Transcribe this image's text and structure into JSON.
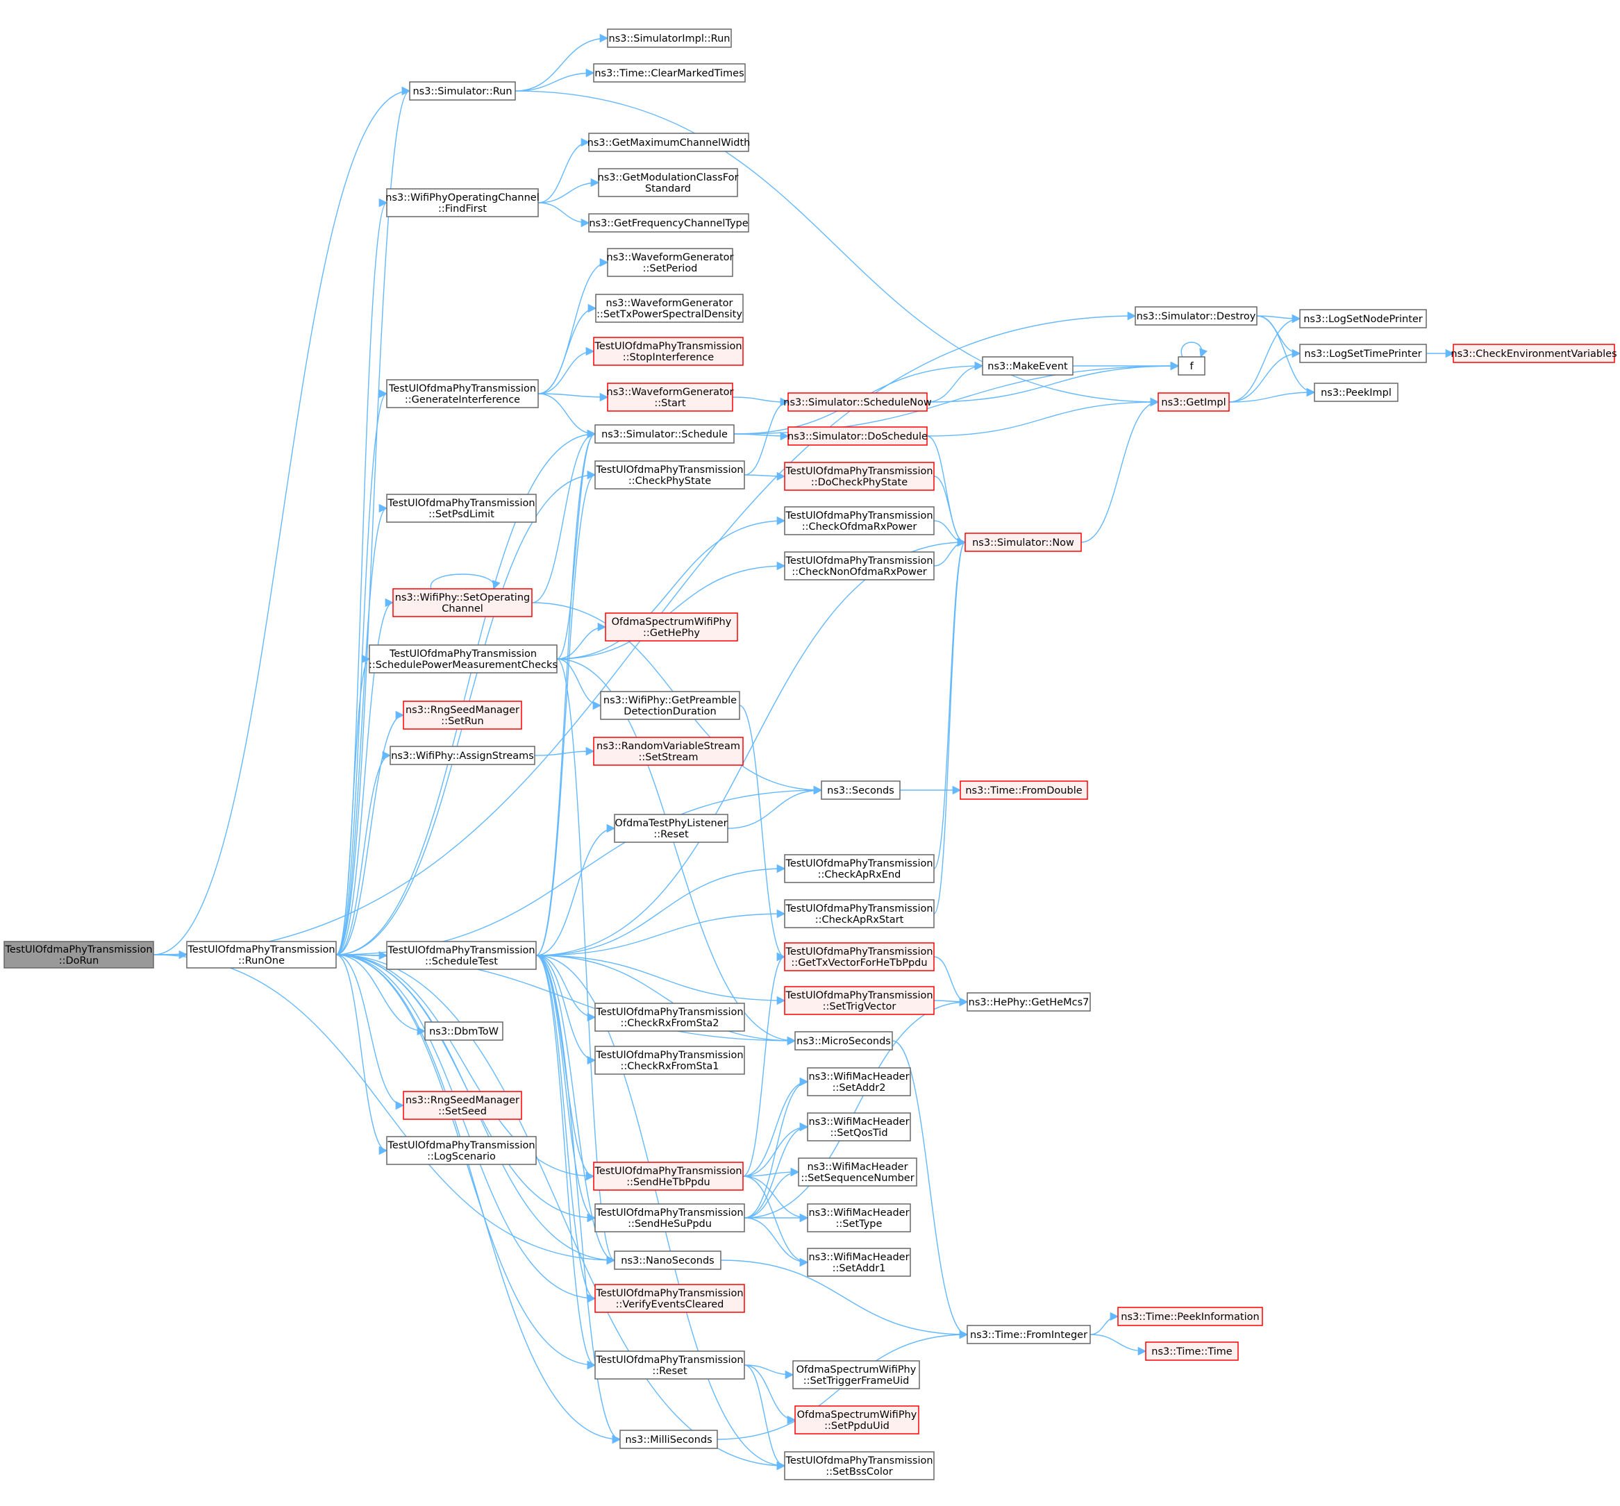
{
  "colors": {
    "edge": "#63b8ff",
    "node_border": "#666666",
    "node_fill": "#ffffff",
    "highlight_fill": "#999999",
    "highlight_border": "#666666",
    "red_border": "#ff0000",
    "red_fill": "#fff0f0",
    "text": "#000000"
  },
  "nodes": [
    {
      "id": "dorun",
      "lines": [
        "TestUlOfdmaPhyTransmission",
        "::DoRun"
      ],
      "style": "highlight"
    },
    {
      "id": "runone",
      "lines": [
        "TestUlOfdmaPhyTransmission",
        "::RunOne"
      ],
      "style": "normal"
    },
    {
      "id": "simrun",
      "lines": [
        "ns3::Simulator::Run"
      ],
      "style": "normal"
    },
    {
      "id": "simimplrun",
      "lines": [
        "ns3::SimulatorImpl::Run"
      ],
      "style": "normal"
    },
    {
      "id": "clearmarked",
      "lines": [
        "ns3::Time::ClearMarkedTimes"
      ],
      "style": "normal"
    },
    {
      "id": "getmaxch",
      "lines": [
        "ns3::GetMaximumChannelWidth"
      ],
      "style": "normal"
    },
    {
      "id": "findfirst",
      "lines": [
        "ns3::WifiPhyOperatingChannel",
        "::FindFirst"
      ],
      "style": "normal"
    },
    {
      "id": "getmodclass",
      "lines": [
        "ns3::GetModulationClassFor",
        "Standard"
      ],
      "style": "normal"
    },
    {
      "id": "getfreqch",
      "lines": [
        "ns3::GetFrequencyChannelType"
      ],
      "style": "normal"
    },
    {
      "id": "setperiod",
      "lines": [
        "ns3::WaveformGenerator",
        "::SetPeriod"
      ],
      "style": "normal"
    },
    {
      "id": "settxpsd",
      "lines": [
        "ns3::WaveformGenerator",
        "::SetTxPowerSpectralDensity"
      ],
      "style": "normal"
    },
    {
      "id": "stopinterf",
      "lines": [
        "TestUlOfdmaPhyTransmission",
        "::StopInterference"
      ],
      "style": "red"
    },
    {
      "id": "geninterf",
      "lines": [
        "TestUlOfdmaPhyTransmission",
        "::GenerateInterference"
      ],
      "style": "normal"
    },
    {
      "id": "wgstart",
      "lines": [
        "ns3::WaveformGenerator",
        "::Start"
      ],
      "style": "red"
    },
    {
      "id": "schedule",
      "lines": [
        "ns3::Simulator::Schedule"
      ],
      "style": "normal"
    },
    {
      "id": "checkphystate",
      "lines": [
        "TestUlOfdmaPhyTransmission",
        "::CheckPhyState"
      ],
      "style": "normal"
    },
    {
      "id": "setpsdlimit",
      "lines": [
        "TestUlOfdmaPhyTransmission",
        "::SetPsdLimit"
      ],
      "style": "normal"
    },
    {
      "id": "setopch",
      "lines": [
        "ns3::WifiPhy::SetOperating",
        "Channel"
      ],
      "style": "red"
    },
    {
      "id": "schedpower",
      "lines": [
        "TestUlOfdmaPhyTransmission",
        "::SchedulePowerMeasurementChecks"
      ],
      "style": "normal"
    },
    {
      "id": "gethephy",
      "lines": [
        "OfdmaSpectrumWifiPhy",
        "::GetHePhy"
      ],
      "style": "red"
    },
    {
      "id": "getpreamble",
      "lines": [
        "ns3::WifiPhy::GetPreamble",
        "DetectionDuration"
      ],
      "style": "normal"
    },
    {
      "id": "rngsetrun",
      "lines": [
        "ns3::RngSeedManager",
        "::SetRun"
      ],
      "style": "red"
    },
    {
      "id": "assignstreams",
      "lines": [
        "ns3::WifiPhy::AssignStreams"
      ],
      "style": "normal"
    },
    {
      "id": "rvsetstream",
      "lines": [
        "ns3::RandomVariableStream",
        "::SetStream"
      ],
      "style": "red"
    },
    {
      "id": "seconds",
      "lines": [
        "ns3::Seconds"
      ],
      "style": "normal"
    },
    {
      "id": "fromdouble",
      "lines": [
        "ns3::Time::FromDouble"
      ],
      "style": "red"
    },
    {
      "id": "listenerreset",
      "lines": [
        "OfdmaTestPhyListener",
        "::Reset"
      ],
      "style": "normal"
    },
    {
      "id": "checkaprxend",
      "lines": [
        "TestUlOfdmaPhyTransmission",
        "::CheckApRxEnd"
      ],
      "style": "normal"
    },
    {
      "id": "checkaprxstart",
      "lines": [
        "TestUlOfdmaPhyTransmission",
        "::CheckApRxStart"
      ],
      "style": "normal"
    },
    {
      "id": "scheduletest",
      "lines": [
        "TestUlOfdmaPhyTransmission",
        "::ScheduleTest"
      ],
      "style": "normal"
    },
    {
      "id": "gettxvector",
      "lines": [
        "TestUlOfdmaPhyTransmission",
        "::GetTxVectorForHeTbPpdu"
      ],
      "style": "red"
    },
    {
      "id": "settrigvector",
      "lines": [
        "TestUlOfdmaPhyTransmission",
        "::SetTrigVector"
      ],
      "style": "red"
    },
    {
      "id": "gethemcs7",
      "lines": [
        "ns3::HePhy::GetHeMcs7"
      ],
      "style": "normal"
    },
    {
      "id": "checkrx2",
      "lines": [
        "TestUlOfdmaPhyTransmission",
        "::CheckRxFromSta2"
      ],
      "style": "normal"
    },
    {
      "id": "checkrx1",
      "lines": [
        "TestUlOfdmaPhyTransmission",
        "::CheckRxFromSta1"
      ],
      "style": "normal"
    },
    {
      "id": "dbmtow",
      "lines": [
        "ns3::DbmToW"
      ],
      "style": "normal"
    },
    {
      "id": "microseconds",
      "lines": [
        "ns3::MicroSeconds"
      ],
      "style": "normal"
    },
    {
      "id": "rngsetseed",
      "lines": [
        "ns3::RngSeedManager",
        "::SetSeed"
      ],
      "style": "red"
    },
    {
      "id": "logscenario",
      "lines": [
        "TestUlOfdmaPhyTransmission",
        "::LogScenario"
      ],
      "style": "normal"
    },
    {
      "id": "setaddr2",
      "lines": [
        "ns3::WifiMacHeader",
        "::SetAddr2"
      ],
      "style": "normal"
    },
    {
      "id": "setqostid",
      "lines": [
        "ns3::WifiMacHeader",
        "::SetQosTid"
      ],
      "style": "normal"
    },
    {
      "id": "sendhetb",
      "lines": [
        "TestUlOfdmaPhyTransmission",
        "::SendHeTbPpdu"
      ],
      "style": "red"
    },
    {
      "id": "setseqnum",
      "lines": [
        "ns3::WifiMacHeader",
        "::SetSequenceNumber"
      ],
      "style": "normal"
    },
    {
      "id": "sendhesu",
      "lines": [
        "TestUlOfdmaPhyTransmission",
        "::SendHeSuPpdu"
      ],
      "style": "normal"
    },
    {
      "id": "settype",
      "lines": [
        "ns3::WifiMacHeader",
        "::SetType"
      ],
      "style": "normal"
    },
    {
      "id": "setaddr1",
      "lines": [
        "ns3::WifiMacHeader",
        "::SetAddr1"
      ],
      "style": "normal"
    },
    {
      "id": "nanoseconds",
      "lines": [
        "ns3::NanoSeconds"
      ],
      "style": "normal"
    },
    {
      "id": "verifyevents",
      "lines": [
        "TestUlOfdmaPhyTransmission",
        "::VerifyEventsCleared"
      ],
      "style": "red"
    },
    {
      "id": "fromint",
      "lines": [
        "ns3::Time::FromInteger"
      ],
      "style": "normal"
    },
    {
      "id": "peekinfo",
      "lines": [
        "ns3::Time::PeekInformation"
      ],
      "style": "red"
    },
    {
      "id": "timetime",
      "lines": [
        "ns3::Time::Time"
      ],
      "style": "red"
    },
    {
      "id": "reset",
      "lines": [
        "TestUlOfdmaPhyTransmission",
        "::Reset"
      ],
      "style": "normal"
    },
    {
      "id": "settrigframe",
      "lines": [
        "OfdmaSpectrumWifiPhy",
        "::SetTriggerFrameUid"
      ],
      "style": "normal"
    },
    {
      "id": "setppduuid",
      "lines": [
        "OfdmaSpectrumWifiPhy",
        "::SetPpduUid"
      ],
      "style": "red"
    },
    {
      "id": "milliseconds",
      "lines": [
        "ns3::MilliSeconds"
      ],
      "style": "normal"
    },
    {
      "id": "setbsscolor",
      "lines": [
        "TestUlOfdmaPhyTransmission",
        "::SetBssColor"
      ],
      "style": "normal"
    },
    {
      "id": "destroy",
      "lines": [
        "ns3::Simulator::Destroy"
      ],
      "style": "normal"
    },
    {
      "id": "lognodeprinter",
      "lines": [
        "ns3::LogSetNodePrinter"
      ],
      "style": "normal"
    },
    {
      "id": "logtimeprinter",
      "lines": [
        "ns3::LogSetTimePrinter"
      ],
      "style": "normal"
    },
    {
      "id": "checkenv",
      "lines": [
        "ns3::CheckEnvironmentVariables"
      ],
      "style": "red"
    },
    {
      "id": "peekimpl",
      "lines": [
        "ns3::PeekImpl"
      ],
      "style": "normal"
    },
    {
      "id": "f",
      "lines": [
        "f"
      ],
      "style": "normal"
    },
    {
      "id": "makeevent",
      "lines": [
        "ns3::MakeEvent"
      ],
      "style": "normal"
    },
    {
      "id": "getimpl",
      "lines": [
        "ns3::GetImpl"
      ],
      "style": "red"
    },
    {
      "id": "schedulenow",
      "lines": [
        "ns3::Simulator::ScheduleNow"
      ],
      "style": "red"
    },
    {
      "id": "doschedule",
      "lines": [
        "ns3::Simulator::DoSchedule"
      ],
      "style": "red"
    },
    {
      "id": "docheckphy",
      "lines": [
        "TestUlOfdmaPhyTransmission",
        "::DoCheckPhyState"
      ],
      "style": "red"
    },
    {
      "id": "checkofdmarx",
      "lines": [
        "TestUlOfdmaPhyTransmission",
        "::CheckOfdmaRxPower"
      ],
      "style": "normal"
    },
    {
      "id": "checknonofdmarx",
      "lines": [
        "TestUlOfdmaPhyTransmission",
        "::CheckNonOfdmaRxPower"
      ],
      "style": "normal"
    },
    {
      "id": "simnow",
      "lines": [
        "ns3::Simulator::Now"
      ],
      "style": "red"
    }
  ],
  "edges": [
    [
      "dorun",
      "runone"
    ],
    [
      "dorun",
      "simrun"
    ],
    [
      "dorun",
      "destroy"
    ],
    [
      "dorun",
      "nanoseconds"
    ],
    [
      "runone",
      "simrun"
    ],
    [
      "runone",
      "findfirst"
    ],
    [
      "runone",
      "geninterf"
    ],
    [
      "runone",
      "schedule"
    ],
    [
      "runone",
      "checkphystate"
    ],
    [
      "runone",
      "setpsdlimit"
    ],
    [
      "runone",
      "setopch"
    ],
    [
      "runone",
      "schedpower"
    ],
    [
      "runone",
      "rngsetrun"
    ],
    [
      "runone",
      "assignstreams"
    ],
    [
      "runone",
      "seconds"
    ],
    [
      "runone",
      "scheduletest"
    ],
    [
      "runone",
      "dbmtow"
    ],
    [
      "runone",
      "microseconds"
    ],
    [
      "runone",
      "rngsetseed"
    ],
    [
      "runone",
      "logscenario"
    ],
    [
      "runone",
      "sendhetb"
    ],
    [
      "runone",
      "sendhesu"
    ],
    [
      "runone",
      "nanoseconds"
    ],
    [
      "runone",
      "verifyevents"
    ],
    [
      "runone",
      "reset"
    ],
    [
      "runone",
      "milliseconds"
    ],
    [
      "runone",
      "setbsscolor"
    ],
    [
      "simrun",
      "simimplrun"
    ],
    [
      "simrun",
      "clearmarked"
    ],
    [
      "simrun",
      "getimpl"
    ],
    [
      "findfirst",
      "getmaxch"
    ],
    [
      "findfirst",
      "getmodclass"
    ],
    [
      "findfirst",
      "getfreqch"
    ],
    [
      "geninterf",
      "setperiod"
    ],
    [
      "geninterf",
      "settxpsd"
    ],
    [
      "geninterf",
      "stopinterf"
    ],
    [
      "geninterf",
      "wgstart"
    ],
    [
      "geninterf",
      "schedule"
    ],
    [
      "wgstart",
      "schedulenow"
    ],
    [
      "schedule",
      "doschedule"
    ],
    [
      "schedule",
      "makeevent"
    ],
    [
      "schedule",
      "f"
    ],
    [
      "schedulenow",
      "makeevent"
    ],
    [
      "schedulenow",
      "f"
    ],
    [
      "makeevent",
      "f"
    ],
    [
      "f",
      "f"
    ],
    [
      "doschedule",
      "getimpl"
    ],
    [
      "doschedule",
      "simnow"
    ],
    [
      "checkphystate",
      "docheckphy"
    ],
    [
      "checkphystate",
      "schedulenow"
    ],
    [
      "docheckphy",
      "simnow"
    ],
    [
      "checkofdmarx",
      "simnow"
    ],
    [
      "checknonofdmarx",
      "simnow"
    ],
    [
      "simnow",
      "getimpl"
    ],
    [
      "setopch",
      "setopch"
    ],
    [
      "setopch",
      "schedule"
    ],
    [
      "setopch",
      "seconds"
    ],
    [
      "schedpower",
      "schedule"
    ],
    [
      "schedpower",
      "checkofdmarx"
    ],
    [
      "schedpower",
      "checknonofdmarx"
    ],
    [
      "schedpower",
      "gethephy"
    ],
    [
      "schedpower",
      "getpreamble"
    ],
    [
      "schedpower",
      "microseconds"
    ],
    [
      "schedpower",
      "nanoseconds"
    ],
    [
      "getpreamble",
      "gettxvector"
    ],
    [
      "assignstreams",
      "rvsetstream"
    ],
    [
      "seconds",
      "fromdouble"
    ],
    [
      "listenerreset",
      "seconds"
    ],
    [
      "checkaprxend",
      "simnow"
    ],
    [
      "checkaprxstart",
      "simnow"
    ],
    [
      "scheduletest",
      "schedule"
    ],
    [
      "scheduletest",
      "checkphystate"
    ],
    [
      "scheduletest",
      "listenerreset"
    ],
    [
      "scheduletest",
      "checkaprxend"
    ],
    [
      "scheduletest",
      "checkaprxstart"
    ],
    [
      "scheduletest",
      "simnow"
    ],
    [
      "scheduletest",
      "settrigvector"
    ],
    [
      "scheduletest",
      "checkrx2"
    ],
    [
      "scheduletest",
      "checkrx1"
    ],
    [
      "scheduletest",
      "microseconds"
    ],
    [
      "scheduletest",
      "sendhetb"
    ],
    [
      "scheduletest",
      "sendhesu"
    ],
    [
      "scheduletest",
      "nanoseconds"
    ],
    [
      "scheduletest",
      "verifyevents"
    ],
    [
      "scheduletest",
      "reset"
    ],
    [
      "scheduletest",
      "milliseconds"
    ],
    [
      "scheduletest",
      "setbsscolor"
    ],
    [
      "gettxvector",
      "gethemcs7"
    ],
    [
      "settrigvector",
      "gethemcs7"
    ],
    [
      "microseconds",
      "fromint"
    ],
    [
      "nanoseconds",
      "fromint"
    ],
    [
      "milliseconds",
      "fromint"
    ],
    [
      "sendhetb",
      "gettxvector"
    ],
    [
      "sendhetb",
      "setaddr2"
    ],
    [
      "sendhetb",
      "setqostid"
    ],
    [
      "sendhetb",
      "setseqnum"
    ],
    [
      "sendhetb",
      "settype"
    ],
    [
      "sendhetb",
      "setaddr1"
    ],
    [
      "sendhesu",
      "setaddr2"
    ],
    [
      "sendhesu",
      "setqostid"
    ],
    [
      "sendhesu",
      "setseqnum"
    ],
    [
      "sendhesu",
      "settype"
    ],
    [
      "sendhesu",
      "setaddr1"
    ],
    [
      "sendhesu",
      "gethemcs7"
    ],
    [
      "fromint",
      "peekinfo"
    ],
    [
      "fromint",
      "timetime"
    ],
    [
      "reset",
      "settrigframe"
    ],
    [
      "reset",
      "setppduuid"
    ],
    [
      "reset",
      "setbsscolor"
    ],
    [
      "destroy",
      "lognodeprinter"
    ],
    [
      "destroy",
      "logtimeprinter"
    ],
    [
      "destroy",
      "peekimpl"
    ],
    [
      "logtimeprinter",
      "checkenv"
    ],
    [
      "getimpl",
      "lognodeprinter"
    ],
    [
      "getimpl",
      "logtimeprinter"
    ],
    [
      "getimpl",
      "peekimpl"
    ]
  ]
}
